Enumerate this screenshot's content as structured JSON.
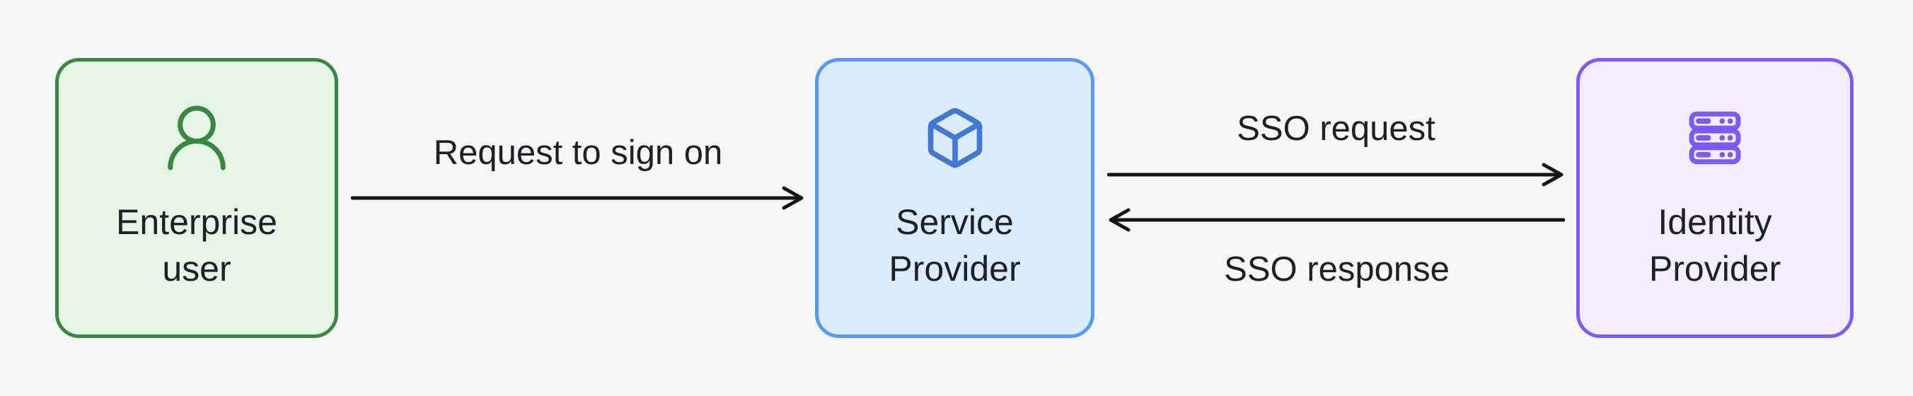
{
  "diagram": {
    "type": "flow-diagram",
    "topic": "Single sign-on (SSO) flow",
    "nodes": [
      {
        "id": "enterprise-user",
        "label": "Enterprise user",
        "icon": "user-icon",
        "fill": "#e8f3e8",
        "border": "#38883f",
        "icon_color": "#38883f"
      },
      {
        "id": "service-provider",
        "label": "Service Provider",
        "icon": "cube-icon",
        "fill": "#dcecfd",
        "border": "#5898f6",
        "icon_color": "#4377d4"
      },
      {
        "id": "identity-provider",
        "label": "Identity Provider",
        "icon": "server-rack-icon",
        "fill": "#f4edfd",
        "border": "#7d5bf8",
        "icon_color": "#7b5bf2"
      }
    ],
    "edges": [
      {
        "label": "Request to sign on",
        "from": "enterprise-user",
        "to": "service-provider",
        "direction": "right"
      },
      {
        "label": "SSO request",
        "from": "service-provider",
        "to": "identity-provider",
        "direction": "right"
      },
      {
        "label": "SSO response",
        "from": "identity-provider",
        "to": "service-provider",
        "direction": "left"
      }
    ],
    "colors": {
      "background": "#f5f6f5",
      "text": "#1d2125",
      "arrow": "#141518"
    }
  }
}
